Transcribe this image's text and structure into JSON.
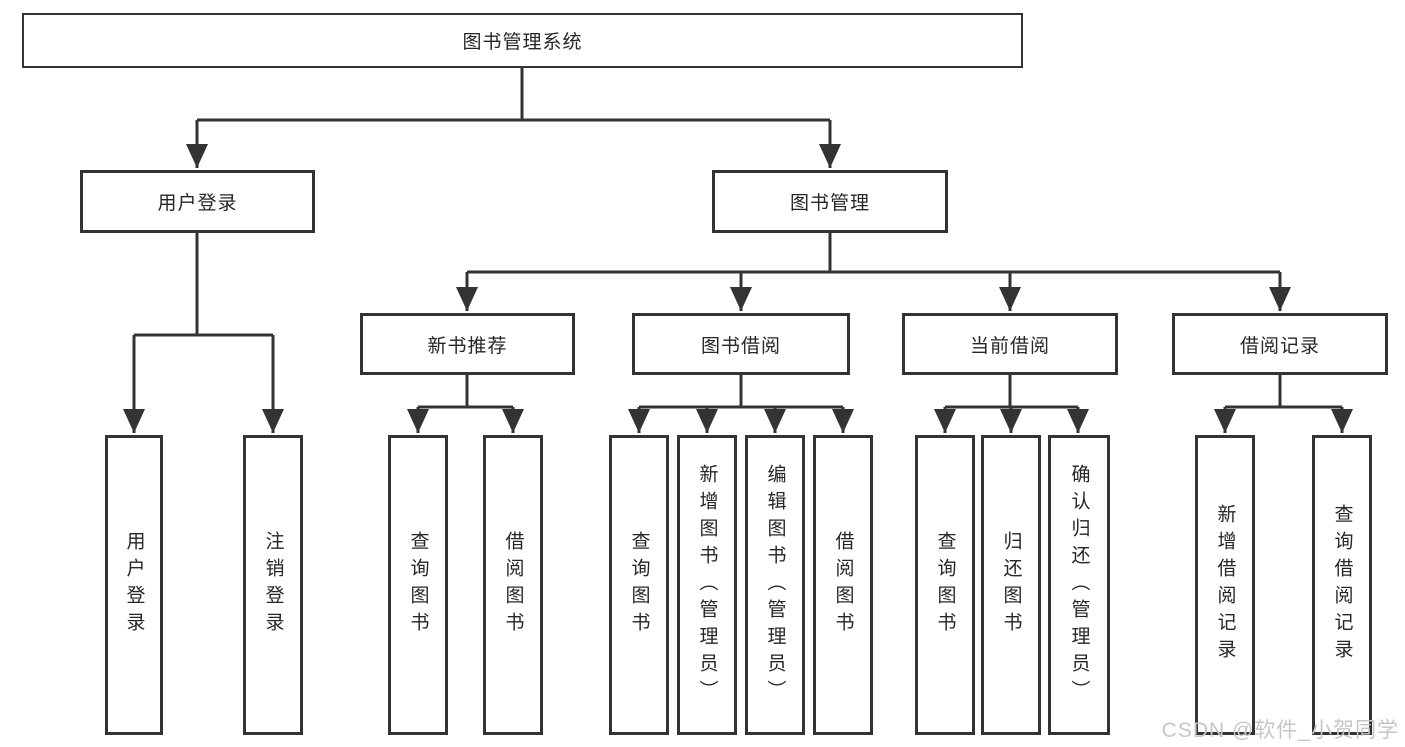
{
  "tree": {
    "root": "图书管理系统",
    "branches": [
      {
        "label": "用户登录",
        "leaves": [
          "用户登录",
          "注销登录"
        ]
      },
      {
        "label": "图书管理",
        "groups": [
          {
            "label": "新书推荐",
            "leaves": [
              "查询图书",
              "借阅图书"
            ]
          },
          {
            "label": "图书借阅",
            "leaves": [
              "查询图书",
              "新增图书（管理员）",
              "编辑图书（管理员）",
              "借阅图书"
            ]
          },
          {
            "label": "当前借阅",
            "leaves": [
              "查询图书",
              "归还图书",
              "确认归还（管理员）"
            ]
          },
          {
            "label": "借阅记录",
            "leaves": [
              "新增借阅记录",
              "查询借阅记录"
            ]
          }
        ]
      }
    ]
  },
  "watermark": {
    "text": "CSDN @软件_小贺同学",
    "color": "#c6c6c6"
  },
  "colors": {
    "line": "#333333",
    "box_border": "#333333",
    "box_background": "#ffffff",
    "text": "#262626",
    "page_background": "#ffffff"
  }
}
